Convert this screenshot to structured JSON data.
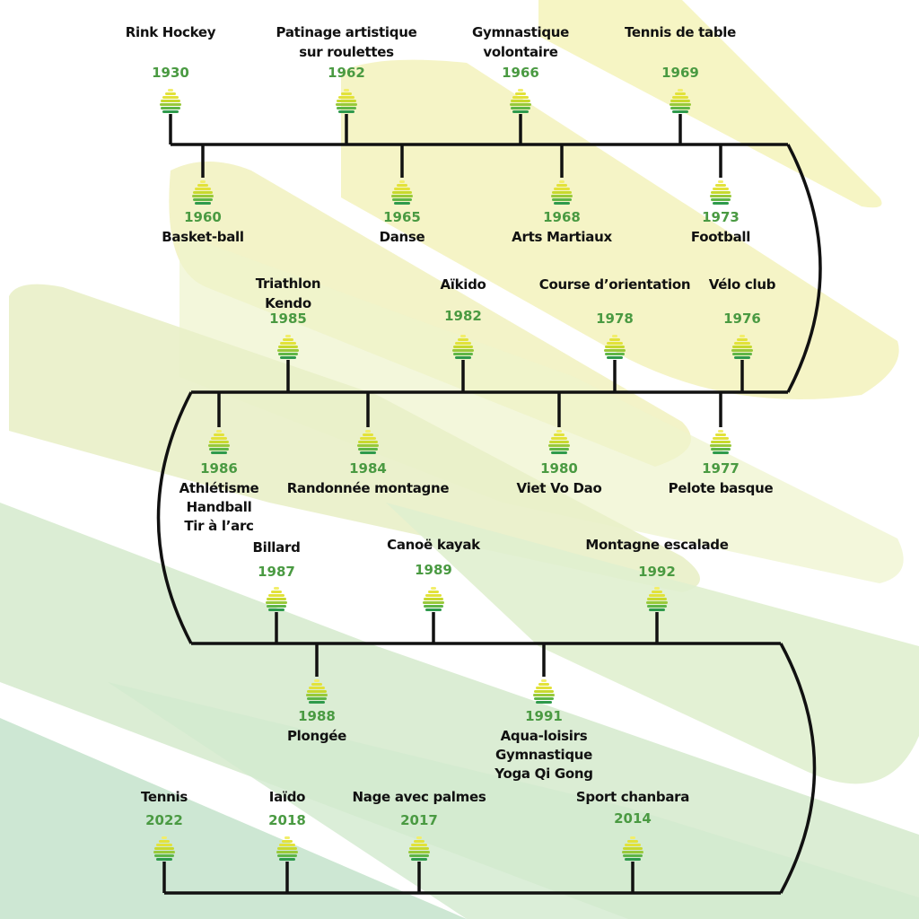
{
  "title": "Timeline of sports sections",
  "colors": {
    "line": "#111111",
    "year": "#4a9a42",
    "label": "#111111",
    "icon_stripes": [
      "#f2ee6a",
      "#e2e23a",
      "#c7d92e",
      "#98c93a",
      "#5fb546",
      "#2f9a4c"
    ],
    "bg_yellow": "#f6f5c4",
    "bg_lightgreen": "#e3efcc",
    "bg_green": "#cfe8d2"
  },
  "icon": "tree-icon",
  "rows": [
    {
      "above": [
        {
          "year": "1930",
          "label": [
            "Rink Hockey"
          ]
        },
        {
          "year": "1962",
          "label": [
            "Patinage artistique",
            "sur roulettes"
          ]
        },
        {
          "year": "1966",
          "label": [
            "Gymnastique",
            "volontaire"
          ]
        },
        {
          "year": "1969",
          "label": [
            "Tennis de table"
          ]
        }
      ],
      "below": [
        {
          "year": "1960",
          "label": [
            "Basket-ball"
          ]
        },
        {
          "year": "1965",
          "label": [
            "Danse"
          ]
        },
        {
          "year": "1968",
          "label": [
            "Arts Martiaux"
          ]
        },
        {
          "year": "1973",
          "label": [
            "Football"
          ]
        }
      ]
    },
    {
      "above": [
        {
          "year": "1985",
          "label": [
            "Triathlon",
            "Kendo"
          ]
        },
        {
          "year": "1982",
          "label": [
            "Aïkido"
          ]
        },
        {
          "year": "1978",
          "label": [
            "Course d’orientation"
          ]
        },
        {
          "year": "1976",
          "label": [
            "Vélo club"
          ]
        }
      ],
      "below": [
        {
          "year": "1986",
          "label": [
            "Athlétisme",
            "Handball",
            "Tir à l’arc"
          ]
        },
        {
          "year": "1984",
          "label": [
            "Randonnée montagne"
          ]
        },
        {
          "year": "1980",
          "label": [
            "Viet Vo Dao"
          ]
        },
        {
          "year": "1977",
          "label": [
            "Pelote basque"
          ]
        }
      ]
    },
    {
      "above": [
        {
          "year": "1987",
          "label": [
            "Billard"
          ]
        },
        {
          "year": "1989",
          "label": [
            "Canoë kayak"
          ]
        },
        {
          "year": "1992",
          "label": [
            "Montagne escalade"
          ]
        }
      ],
      "below": [
        {
          "year": "1988",
          "label": [
            "Plongée"
          ]
        },
        {
          "year": "1991",
          "label": [
            "Aqua-loisirs",
            "Gymnastique",
            "Yoga Qi Gong"
          ]
        }
      ]
    },
    {
      "above": [
        {
          "year": "2022",
          "label": [
            "Tennis"
          ]
        },
        {
          "year": "2018",
          "label": [
            "Iaïdo"
          ]
        },
        {
          "year": "2017",
          "label": [
            "Nage avec palmes"
          ]
        },
        {
          "year": "2014",
          "label": [
            "Sport chanbara"
          ]
        }
      ],
      "below": []
    }
  ]
}
